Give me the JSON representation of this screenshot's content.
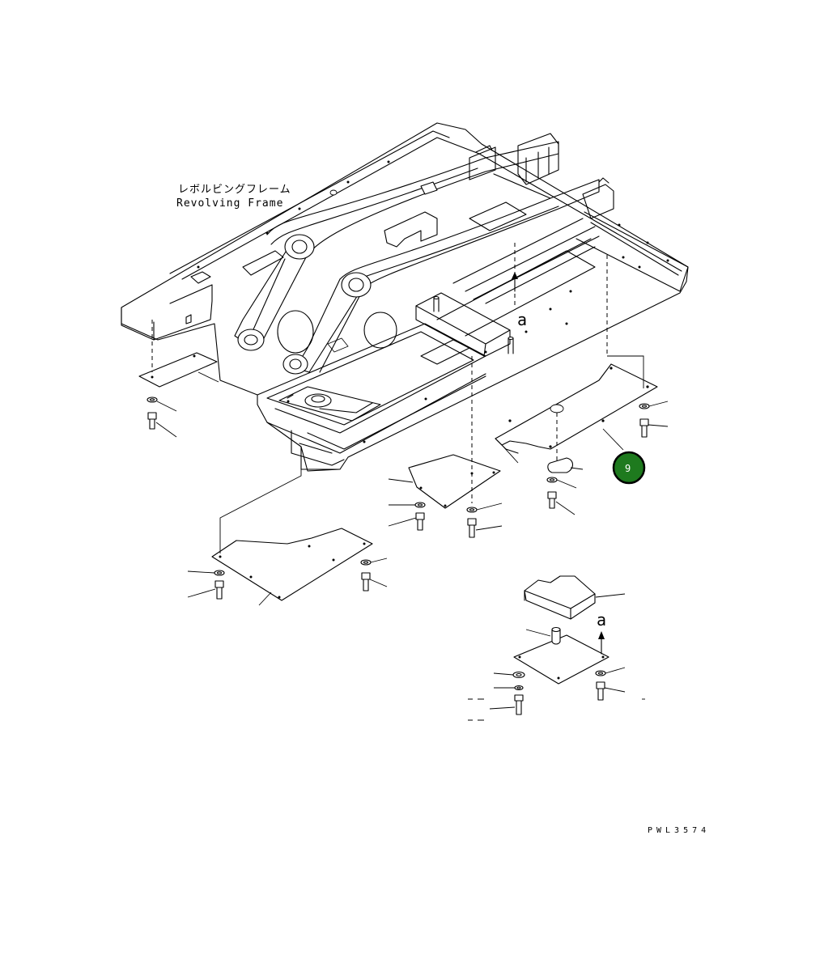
{
  "diagram": {
    "title_jp": "レボルビングフレーム",
    "title_en": "Revolving Frame",
    "callout": {
      "label": "9",
      "fill": "#1e7a1e",
      "ring": "#000000",
      "text_color": "#ffffff"
    },
    "reference_mark_upper": "a",
    "reference_mark_lower": "a",
    "drawing_code": "PWL3574"
  }
}
